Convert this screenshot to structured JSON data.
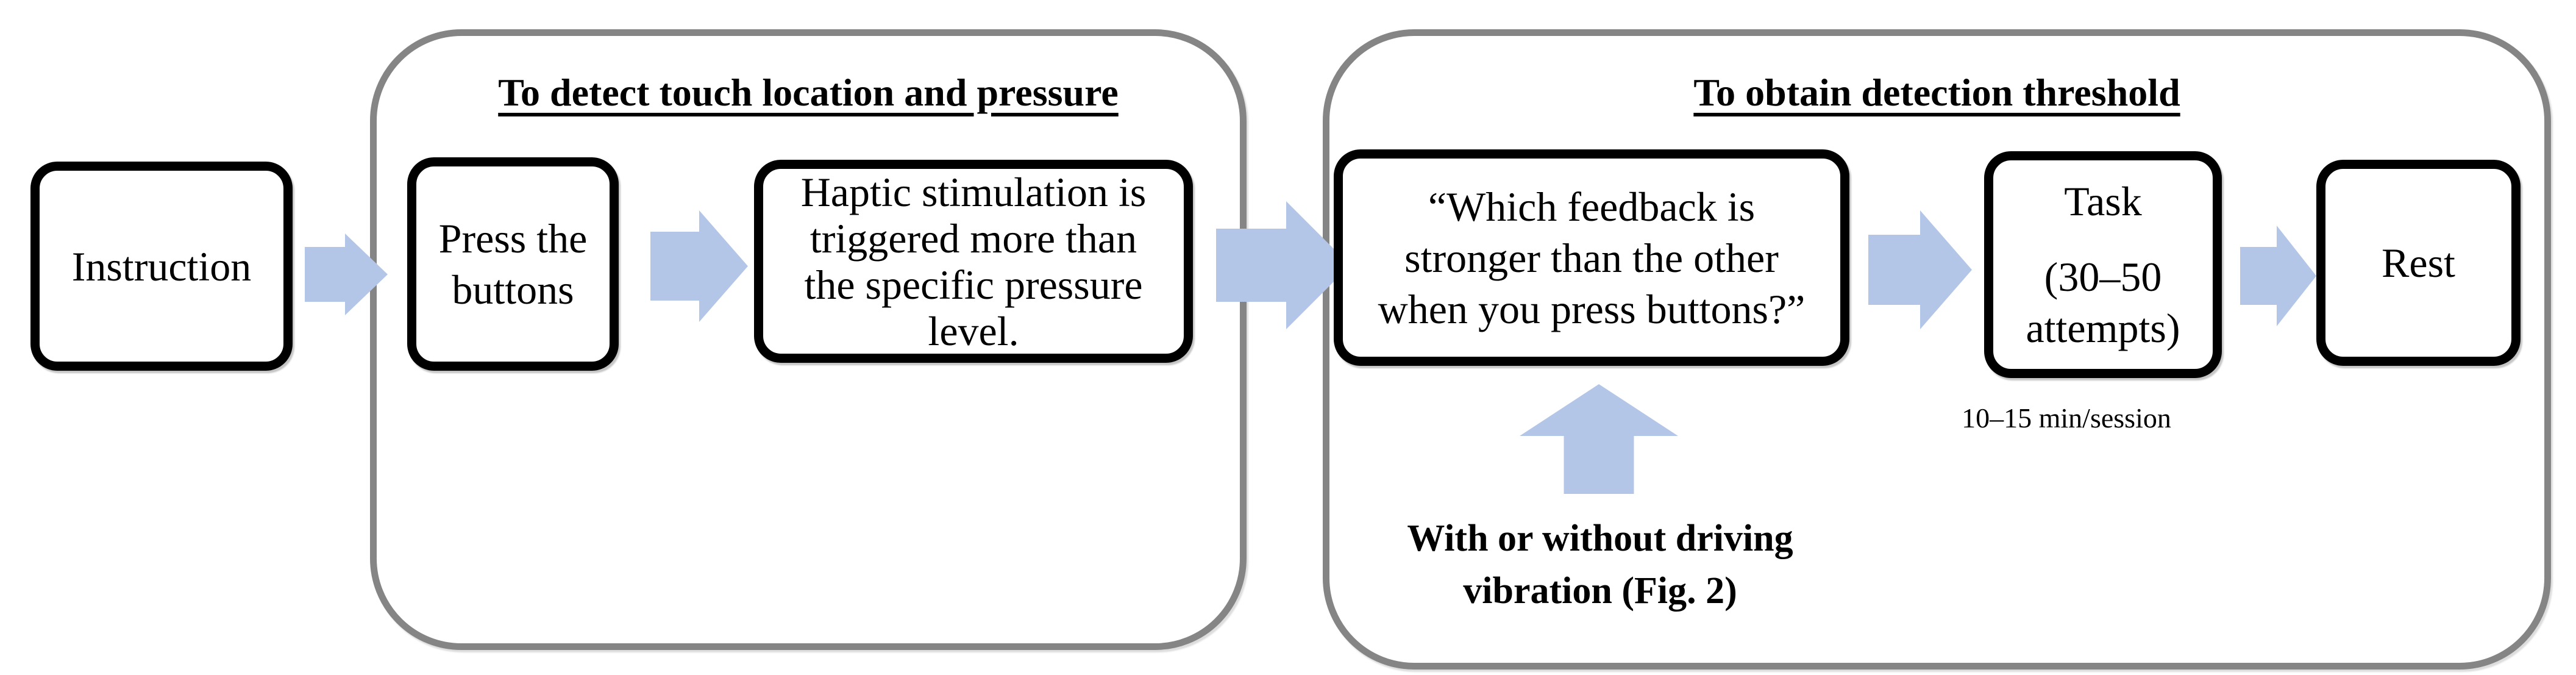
{
  "figure_type": "flowchart",
  "colors": {
    "arrow_fill": "#b4c6e7",
    "group_border": "#858585",
    "box_border": "#000000",
    "text": "#000000",
    "background": "#ffffff"
  },
  "boxes": {
    "instruction": {
      "lines": [
        "Instruction"
      ]
    },
    "press": {
      "lines": [
        "Press the",
        "buttons"
      ]
    },
    "haptic": {
      "lines": [
        "Haptic stimulation is",
        "triggered more than",
        "the specific pressure",
        "level."
      ]
    },
    "which": {
      "lines": [
        "“Which feedback is",
        "stronger than the other",
        "when you press buttons?”"
      ]
    },
    "task": {
      "lines": [
        "Task",
        "(30–50",
        "attempts)"
      ]
    },
    "rest": {
      "lines": [
        "Rest"
      ]
    }
  },
  "groups": {
    "detect": {
      "title": "To detect touch location and pressure"
    },
    "threshold": {
      "title": "To obtain detection threshold"
    }
  },
  "notes": {
    "session": "10–15 min/session",
    "vibration": {
      "lines": [
        "With or without driving",
        "vibration (Fig. 2)"
      ]
    }
  },
  "icons": {
    "right_arrow": "right-arrow-icon",
    "up_arrow": "up-arrow-icon"
  }
}
